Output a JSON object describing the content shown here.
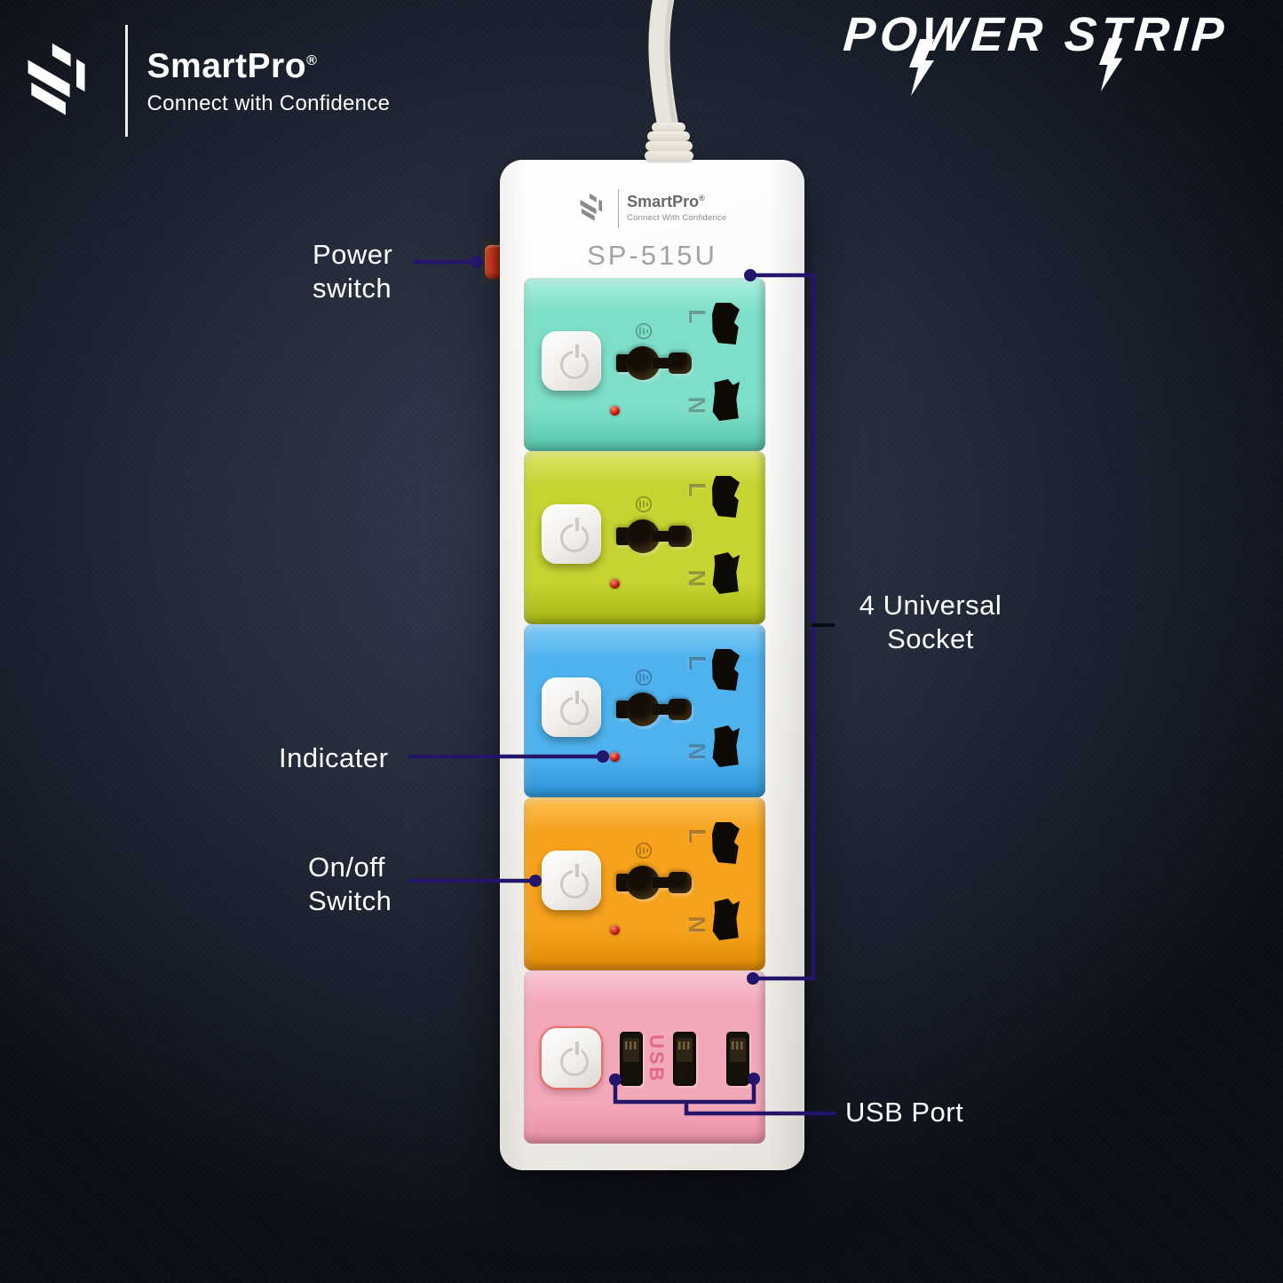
{
  "page": {
    "title": "POWER STRIP"
  },
  "brand": {
    "name": "SmartPro",
    "reg": "®",
    "tagline": "Connect with Confidence"
  },
  "product": {
    "print_brand": "SmartPro",
    "print_reg": "®",
    "print_tagline": "Connect With Confidence",
    "model": "SP-515U",
    "usb_label": "USB",
    "terminal_live": "L",
    "terminal_neutral": "N",
    "modules": [
      {
        "kind": "socket",
        "name": "teal",
        "color": "#7ddfc9",
        "color_light": "#abeede",
        "color_dark": "#54c3aa"
      },
      {
        "kind": "socket",
        "name": "lime",
        "color": "#c6d331",
        "color_light": "#dce468",
        "color_dark": "#a7b614"
      },
      {
        "kind": "socket",
        "name": "blue",
        "color": "#4eb2ee",
        "color_light": "#82cbf5",
        "color_dark": "#2b93d6"
      },
      {
        "kind": "socket",
        "name": "orange",
        "color": "#f6a21c",
        "color_light": "#fbc055",
        "color_dark": "#dd8a05"
      },
      {
        "kind": "usb",
        "name": "pink",
        "color": "#f3a8ba",
        "color_light": "#f8c6d2",
        "color_dark": "#ea8ea4"
      }
    ]
  },
  "annotations": {
    "power_switch": {
      "line1": "Power",
      "line2": "switch"
    },
    "indicator": {
      "line1": "Indicater"
    },
    "on_off": {
      "line1": "On/off",
      "line2": "Switch"
    },
    "universal_socket": {
      "line1": "4 Universal",
      "line2": "Socket"
    },
    "usb_port": {
      "line1": "USB Port"
    }
  },
  "colors": {
    "background": "#232a3a",
    "annotation_line": "#231569",
    "text": "#ffffff",
    "strip_body": "#f5f3f0",
    "cord": "#ebe7df",
    "red_switch": "#e03a1b",
    "indicator_led": "#c2180a",
    "usb_text": "#de5f7c",
    "print_gray": "#777777"
  }
}
